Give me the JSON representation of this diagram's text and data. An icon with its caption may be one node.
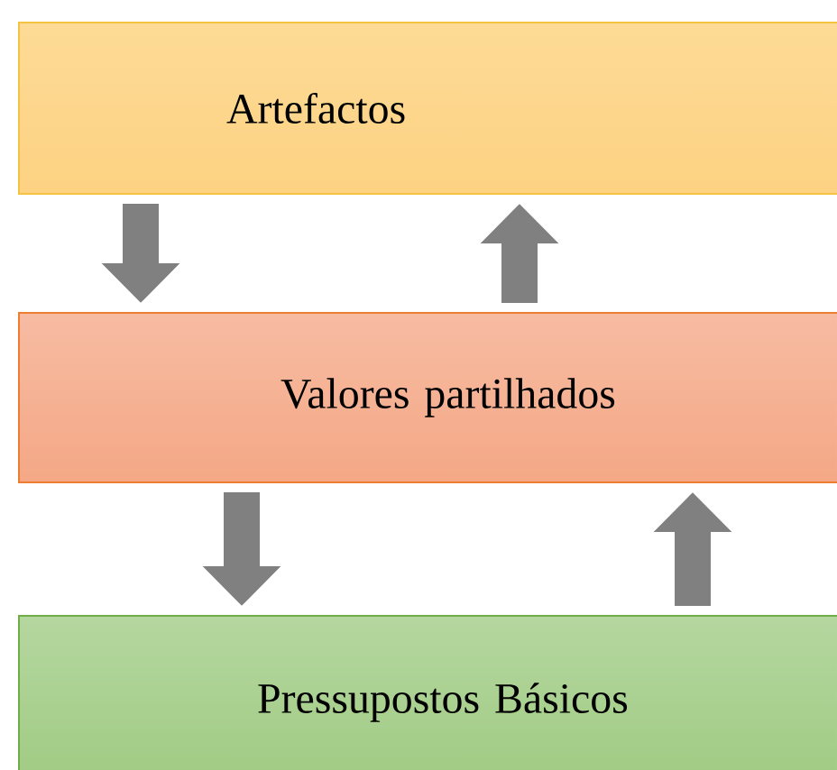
{
  "diagram": {
    "nodes": [
      {
        "text": [
          "Artefactos"
        ]
      },
      {
        "text": [
          "Valores partilhados"
        ]
      },
      {
        "text": [
          "Pressupostos Básicos"
        ]
      }
    ],
    "edges": [
      {
        "from": 0,
        "to": 1,
        "arrow": "to"
      },
      {
        "from": 1,
        "to": 0,
        "arrow": "to"
      },
      {
        "from": 1,
        "to": 2,
        "arrow": "to"
      },
      {
        "from": 2,
        "to": 1,
        "arrow": "to"
      }
    ]
  }
}
